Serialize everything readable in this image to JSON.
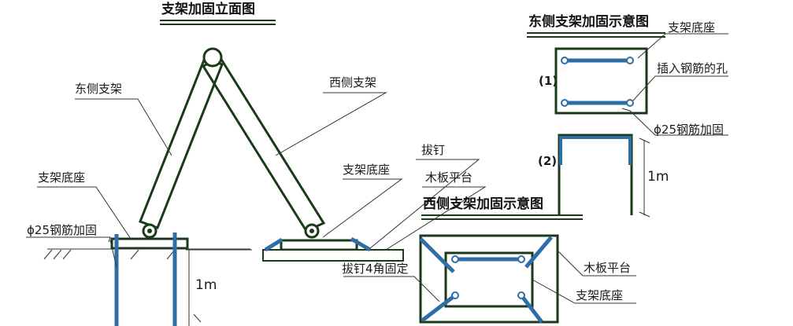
{
  "titles": {
    "elevation": "支架加固立面图",
    "east_schematic": "东侧支架加固示意图",
    "west_schematic": "西侧支架加固示意图"
  },
  "elevation_labels": {
    "east_bracket": "东侧支架",
    "west_bracket": "西侧支架",
    "base_left": "支架底座",
    "base_right": "支架底座",
    "rebar_left": "ϕ25钢筋加固",
    "nail": "拔钉",
    "wood_platform": "木板平台",
    "depth": "1m"
  },
  "east_labels": {
    "base": "支架底座",
    "rebar_hole": "插入钢筋的孔",
    "view1": "(1)",
    "view2": "(2)",
    "rebar": "ϕ25钢筋加固",
    "depth": "1m"
  },
  "west_labels": {
    "nail_corners": "拔钉4角固定",
    "wood_platform": "木板平台",
    "base": "支架底座"
  },
  "colors": {
    "line": "#1a3a1a",
    "rebar": "#2e6ea6",
    "leader": "#333333"
  }
}
